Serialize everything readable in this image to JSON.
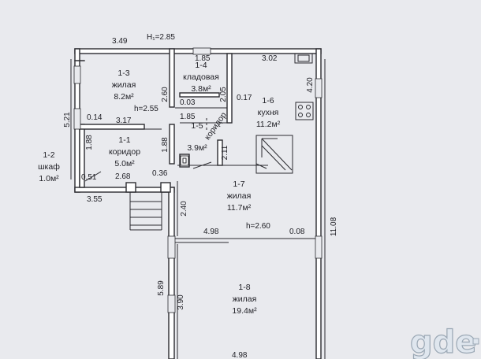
{
  "plan": {
    "header": "H₁=2.85",
    "top_length": "3.49",
    "total_length": "11.08",
    "height_1": "h=2.55",
    "height_2": "h=2.60"
  },
  "rooms": [
    {
      "id": "r13",
      "num": "1-3",
      "name": "жилая",
      "area": "8.2м²"
    },
    {
      "id": "r14",
      "num": "1-4",
      "name": "кладовая",
      "area": "3.8м²"
    },
    {
      "id": "r16",
      "num": "1-6",
      "name": "кухня",
      "area": "11.2м²"
    },
    {
      "id": "r15",
      "num": "1-5",
      "name": "коридор",
      "area": "3.9м²"
    },
    {
      "id": "r11",
      "num": "1-1",
      "name": "коридор",
      "area": "5.0м²"
    },
    {
      "id": "r12",
      "num": "1-2",
      "name": "шкаф",
      "area": "1.0м²"
    },
    {
      "id": "r17",
      "num": "1-7",
      "name": "жилая",
      "area": "11.7м²"
    },
    {
      "id": "r18",
      "num": "1-8",
      "name": "жилая",
      "area": "19.4м²"
    }
  ],
  "dimensions": {
    "d185": "1.85",
    "d302": "3.02",
    "d420": "4.20",
    "d260": "2.60",
    "d205": "2.05",
    "d017": "0.17",
    "d003": "0.03",
    "d185b": "1.85",
    "d014": "0.14",
    "d317": "3.17",
    "d521": "5.21",
    "d188a": "1.88",
    "d188b": "1.88",
    "d211": "2.11",
    "d051": "0.51",
    "d268": "2.68",
    "d036": "0.36",
    "d355": "3.55",
    "d240": "2.40",
    "d498a": "4.98",
    "d008": "0.08",
    "d589": "5.89",
    "d390": "3.90",
    "d498b": "4.98"
  },
  "watermark": "gde"
}
